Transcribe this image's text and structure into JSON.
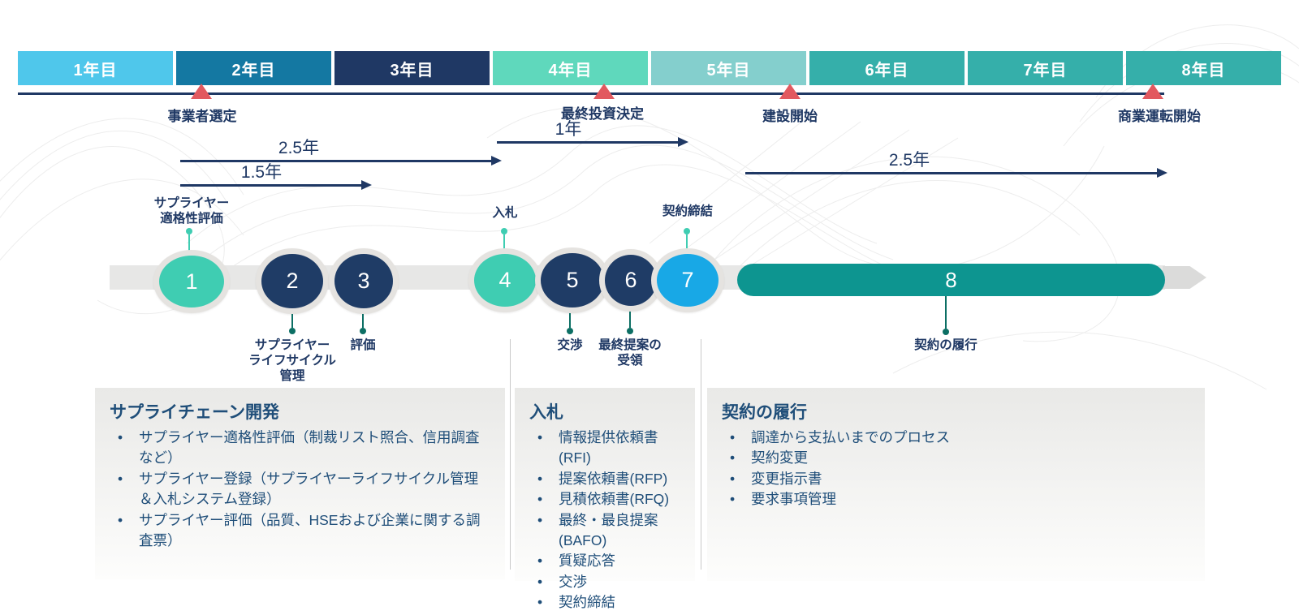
{
  "colors": {
    "navy": "#1F3864",
    "circle_navy": "#1F3C66",
    "mint": "#3FCDB2",
    "blue": "#18A8E6",
    "teal": "#0D9590",
    "milestone_red": "#E2595F"
  },
  "year_bar": {
    "segments": [
      {
        "label": "1年目",
        "color": "#4FC7EB"
      },
      {
        "label": "2年目",
        "color": "#1478A2"
      },
      {
        "label": "3年目",
        "color": "#1F3864"
      },
      {
        "label": "4年目",
        "color": "#5FD8BC"
      },
      {
        "label": "5年目",
        "color": "#84CFCD"
      },
      {
        "label": "6年目",
        "color": "#35AFAA"
      },
      {
        "label": "7年目",
        "color": "#35AFAA"
      },
      {
        "label": "8年目",
        "color": "#35AFAA"
      }
    ]
  },
  "milestones": [
    {
      "label": "事業者選定"
    },
    {
      "label": "最終投資決定"
    },
    {
      "label": "建設開始"
    },
    {
      "label": "商業運転開始"
    }
  ],
  "durations": [
    {
      "label": "2.5年"
    },
    {
      "label": "1.5年"
    },
    {
      "label": "1年"
    },
    {
      "label": "2.5年"
    }
  ],
  "steps": [
    {
      "number": "1",
      "label": "サプライヤー\n適格性評価",
      "color": "#3FCDB2"
    },
    {
      "number": "2",
      "label": "サプライヤー\nライフサイクル\n管理",
      "color": "#1F3C66"
    },
    {
      "number": "3",
      "label": "評価",
      "color": "#1F3C66"
    },
    {
      "number": "4",
      "label": "入札",
      "color": "#3FCDB2"
    },
    {
      "number": "5",
      "label": "交渉",
      "color": "#1F3C66"
    },
    {
      "number": "6",
      "label": "最終提案の\n受領",
      "color": "#1F3C66"
    },
    {
      "number": "7",
      "label": "契約締結",
      "color": "#18A8E6"
    },
    {
      "number": "8",
      "label": "契約の履行",
      "color": "#0D9590"
    }
  ],
  "boxes": [
    {
      "title": "サプライチェーン開発",
      "items": [
        "サプライヤー適格性評価（制裁リスト照合、信用調査など）",
        "サプライヤー登録（サプライヤーライフサイクル管理＆入札システム登録）",
        "サプライヤー評価（品質、HSEおよび企業に関する調査票）"
      ]
    },
    {
      "title": "入札",
      "items": [
        "情報提供依頼書(RFI)",
        "提案依頼書(RFP)",
        "見積依頼書(RFQ)",
        "最終・最良提案\n(BAFO)",
        "質疑応答",
        "交渉",
        "契約締結"
      ]
    },
    {
      "title": "契約の履行",
      "items": [
        "調達から支払いまでのプロセス",
        "契約変更",
        "変更指示書",
        "要求事項管理"
      ]
    }
  ]
}
